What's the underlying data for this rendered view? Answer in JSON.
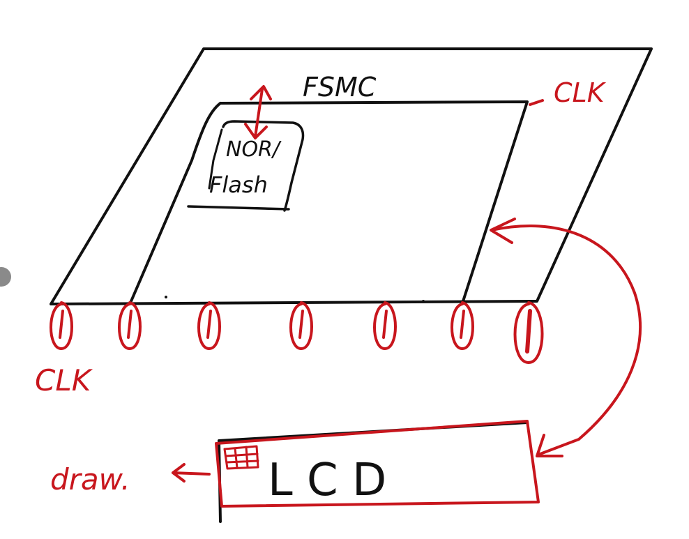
{
  "colors": {
    "black_ink": "#111111",
    "red_ink": "#c8161d",
    "edge_dot": "#8a8a8a",
    "background": "#ffffff"
  },
  "labels": {
    "fsmc": "FSMC",
    "clk_top": "CLK",
    "nor_line1": "NOR/",
    "nor_line2": "Flash",
    "clk_bottom": "CLK",
    "lcd": "L C D",
    "draw": "draw."
  },
  "pins": {
    "count": 7
  }
}
